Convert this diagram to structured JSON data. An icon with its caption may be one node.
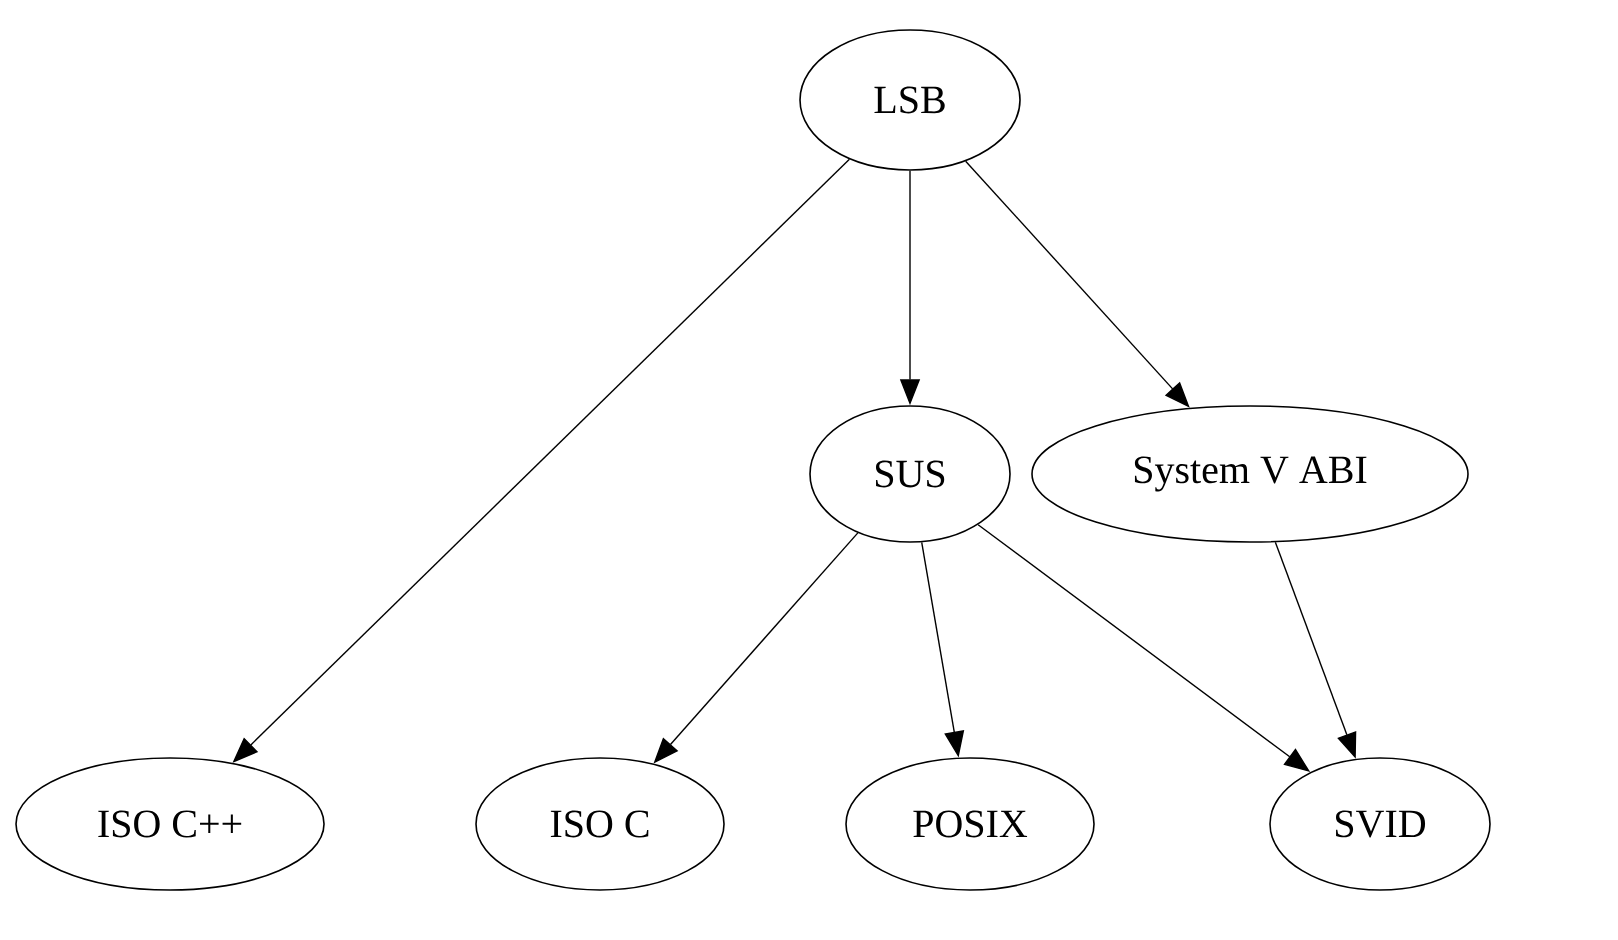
{
  "diagram": {
    "nodes": [
      {
        "text": [
          "LSB"
        ]
      },
      {
        "text": [
          "SUS"
        ]
      },
      {
        "text": [
          "System V ABI"
        ]
      },
      {
        "text": [
          "ISO C++"
        ]
      },
      {
        "text": [
          "ISO C"
        ]
      },
      {
        "text": [
          "POSIX"
        ]
      },
      {
        "text": [
          "SVID"
        ]
      }
    ],
    "edges": [
      {
        "from": 0,
        "to": 3,
        "arrow": "to"
      },
      {
        "from": 0,
        "to": 1,
        "arrow": "to"
      },
      {
        "from": 0,
        "to": 2,
        "arrow": "to"
      },
      {
        "from": 1,
        "to": 4,
        "arrow": "to"
      },
      {
        "from": 1,
        "to": 5,
        "arrow": "to"
      },
      {
        "from": 1,
        "to": 6,
        "arrow": "to"
      },
      {
        "from": 2,
        "to": 6,
        "arrow": "to"
      }
    ]
  }
}
